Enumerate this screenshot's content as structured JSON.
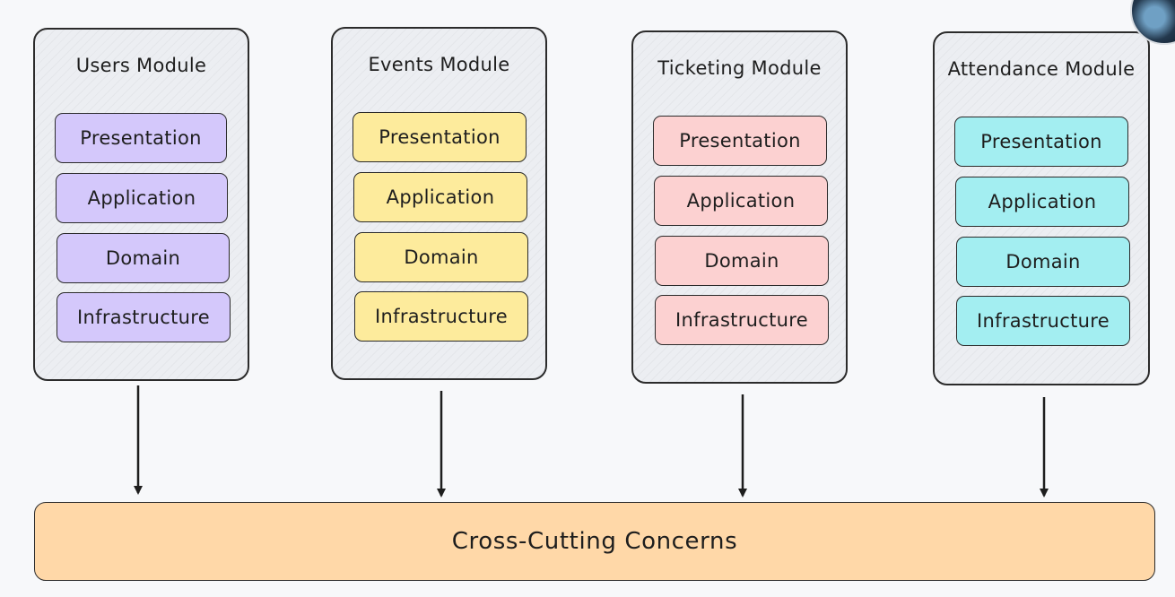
{
  "modules": [
    {
      "title": "Users Module",
      "color": "#d4c8fb",
      "layers": [
        "Presentation",
        "Application",
        "Domain",
        "Infrastructure"
      ]
    },
    {
      "title": "Events Module",
      "color": "#fdeb9c",
      "layers": [
        "Presentation",
        "Application",
        "Domain",
        "Infrastructure"
      ]
    },
    {
      "title": "Ticketing Module",
      "color": "#fcd1d1",
      "layers": [
        "Presentation",
        "Application",
        "Domain",
        "Infrastructure"
      ]
    },
    {
      "title": "Attendance Module",
      "color": "#a3eef1",
      "layers": [
        "Presentation",
        "Application",
        "Domain",
        "Infrastructure"
      ]
    }
  ],
  "concerns": {
    "label": "Cross-Cutting Concerns",
    "color": "#ffd8a8"
  }
}
